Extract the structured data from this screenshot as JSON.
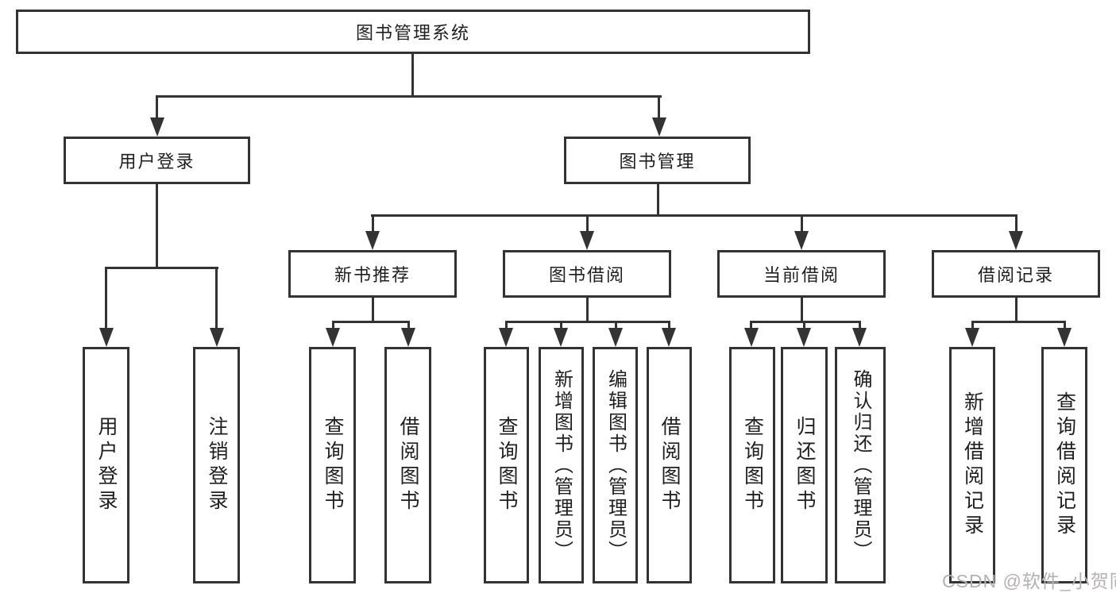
{
  "diagram": {
    "title": "图书管理系统",
    "root": {
      "label": "图书管理系统"
    },
    "level2": [
      {
        "label": "用户登录"
      },
      {
        "label": "图书管理"
      }
    ],
    "level3": [
      {
        "label": "新书推荐"
      },
      {
        "label": "图书借阅"
      },
      {
        "label": "当前借阅"
      },
      {
        "label": "借阅记录"
      }
    ],
    "leaves": {
      "login": [
        "用户登录",
        "注销登录"
      ],
      "recommend": [
        "查询图书",
        "借阅图书"
      ],
      "borrow": [
        "查询图书",
        "新增图书（管理员）",
        "编辑图书（管理员）",
        "借阅图书"
      ],
      "current": [
        "查询图书",
        "归还图书",
        "确认归还（管理员）"
      ],
      "records": [
        "新增借阅记录",
        "查询借阅记录"
      ]
    }
  },
  "watermark": {
    "text": "CSDN @软件_小贺同学"
  },
  "colors": {
    "line": "#333333",
    "text": "#1f1f1f",
    "background": "#ffffff",
    "watermark": "#b6b0b0"
  }
}
